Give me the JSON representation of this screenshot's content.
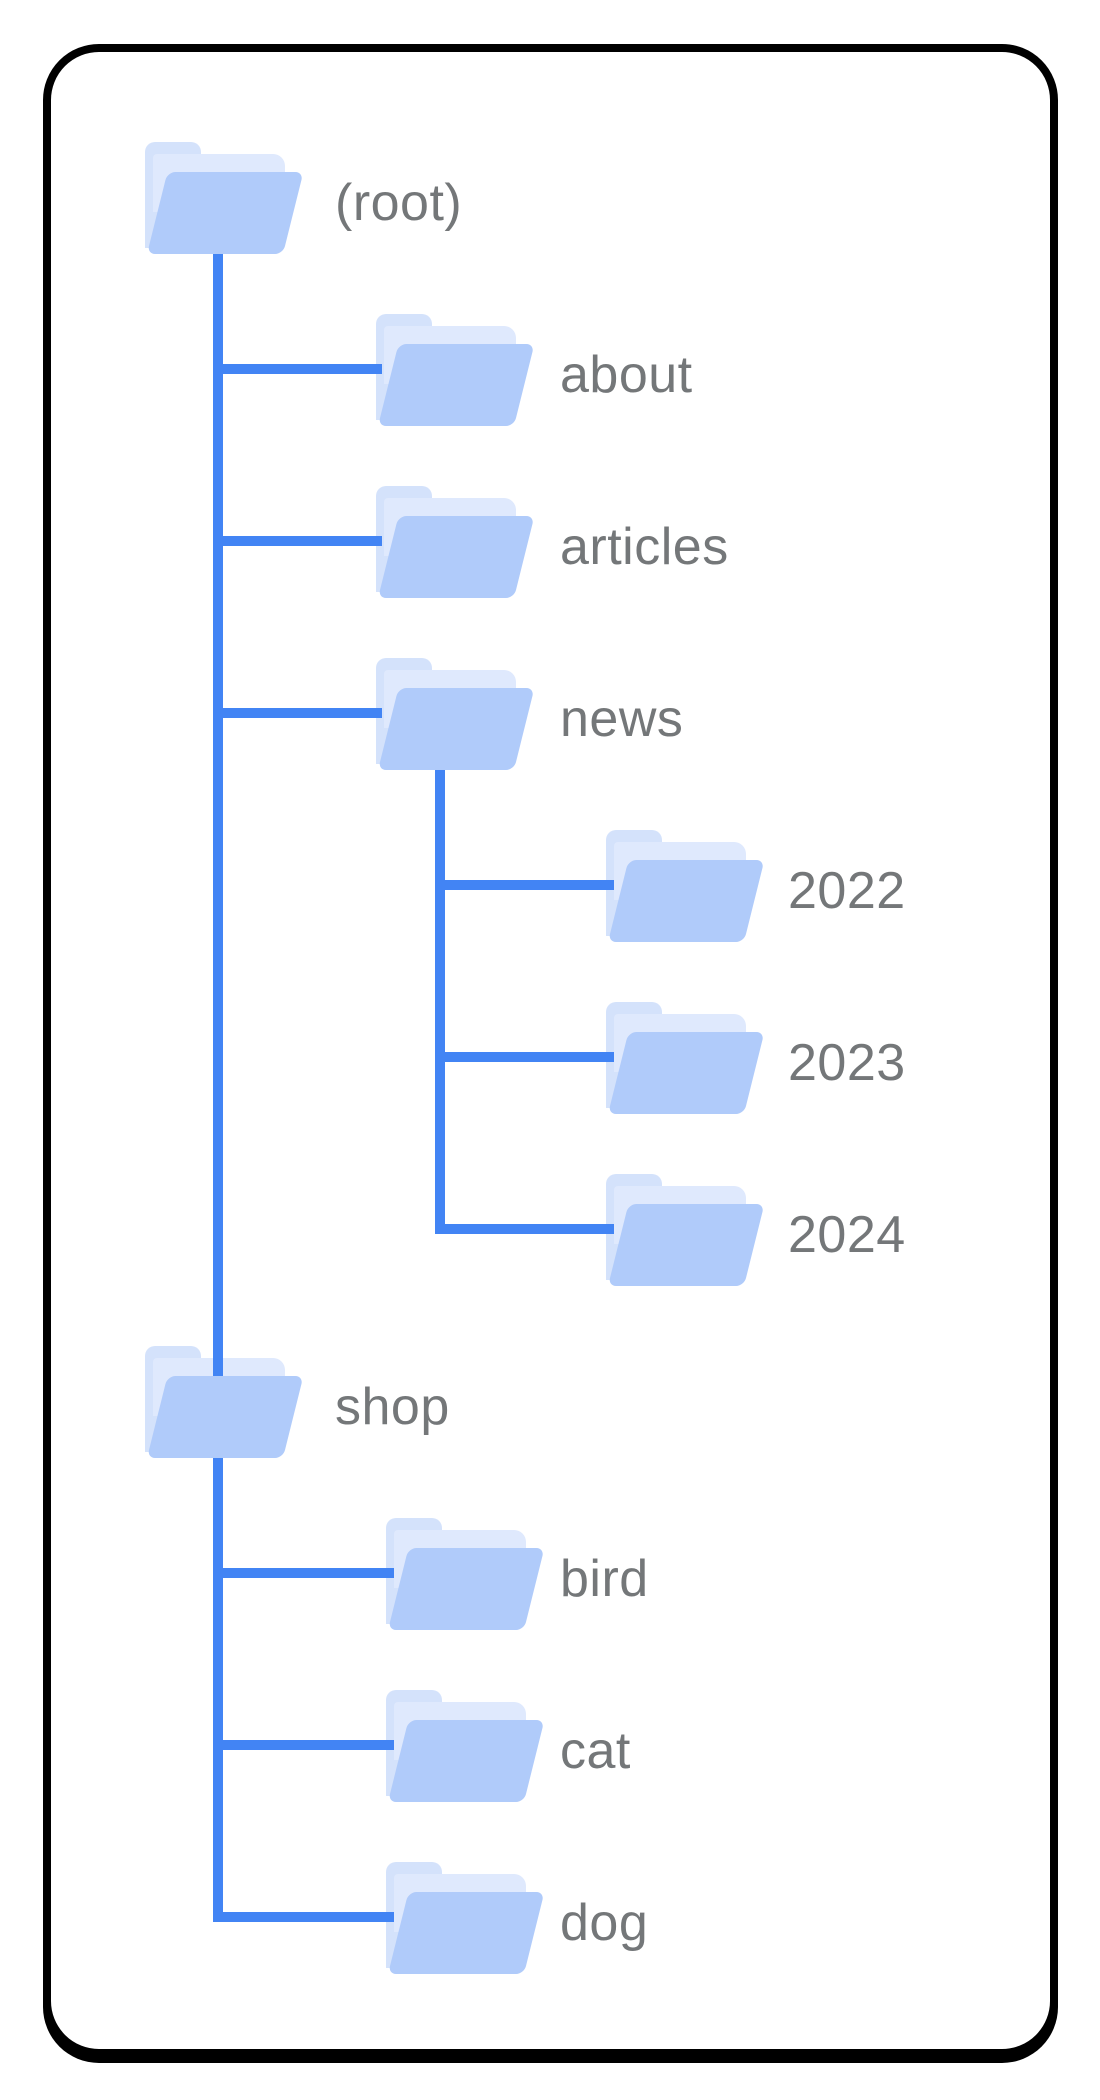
{
  "diagram": {
    "kind": "folder-tree",
    "colors": {
      "background": "#ffffff",
      "card_border": "#000000",
      "connector_line": "#4284f4",
      "folder_flap": "#b0cbfa",
      "folder_back": "#d4e2fb",
      "folder_sheet": "#dfe9fd",
      "label_text": "#747779"
    },
    "tree": {
      "nodes": [
        {
          "id": "root",
          "label": "(root)",
          "parent": null
        },
        {
          "id": "about",
          "label": "about",
          "parent": "root"
        },
        {
          "id": "articles",
          "label": "articles",
          "parent": "root"
        },
        {
          "id": "news",
          "label": "news",
          "parent": "root"
        },
        {
          "id": "y2022",
          "label": "2022",
          "parent": "news"
        },
        {
          "id": "y2023",
          "label": "2023",
          "parent": "news"
        },
        {
          "id": "y2024",
          "label": "2024",
          "parent": "news"
        },
        {
          "id": "shop",
          "label": "shop",
          "parent": "root"
        },
        {
          "id": "bird",
          "label": "bird",
          "parent": "shop"
        },
        {
          "id": "cat",
          "label": "cat",
          "parent": "shop"
        },
        {
          "id": "dog",
          "label": "dog",
          "parent": "shop"
        }
      ]
    }
  }
}
